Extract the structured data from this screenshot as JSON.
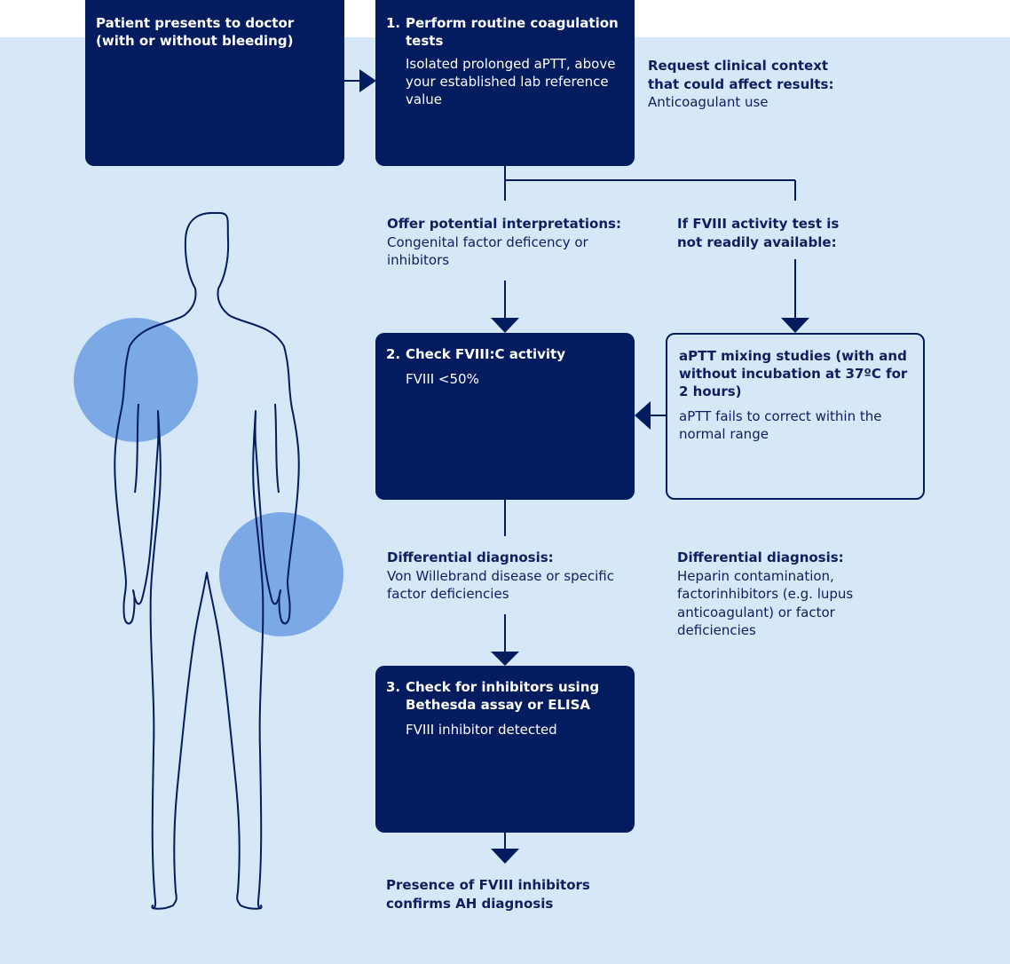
{
  "colors": {
    "navy": "#031c5f",
    "panel_background": "#d6e7f7",
    "text": "#0c1f5e",
    "circle_fill": "#7ba9e6"
  },
  "start_box": {
    "text": "Patient presents to doctor (with or without bleeding)"
  },
  "step1": {
    "number": "1.",
    "title": "Perform routine coagulation tests",
    "body": "Isolated prolonged aPTT, above your established lab reference value"
  },
  "context_note": {
    "heading": "Request clinical context that could affect results:",
    "body": "Anticoagulant use"
  },
  "interpretations_note": {
    "heading": "Offer potential interpretations:",
    "body": "Congenital factor deficency or inhibitors"
  },
  "unavailable_note": {
    "heading": "If FVIII activity test is not readily available:"
  },
  "step2": {
    "number": "2.",
    "title": "Check FVIII:C activity",
    "body": "FVIII <50%"
  },
  "mixing_box": {
    "title": "aPTT mixing studies (with and without incubation at 37ºC for 2 hours)",
    "body": "aPTT fails to correct within the normal range"
  },
  "differential_left": {
    "heading": "Differential diagnosis:",
    "body": "Von Willebrand disease or specific factor deficiencies"
  },
  "differential_right": {
    "heading": "Differential diagnosis:",
    "body": "Heparin contamination, factorinhibitors (e.g. lupus anticoagulant) or factor deficiencies"
  },
  "step3": {
    "number": "3.",
    "title": "Check for inhibitors using Bethesda assay or ELISA",
    "body": "FVIII inhibitor detected"
  },
  "conclusion": {
    "text": "Presence of FVIII inhibitors confirms AH diagnosis"
  }
}
